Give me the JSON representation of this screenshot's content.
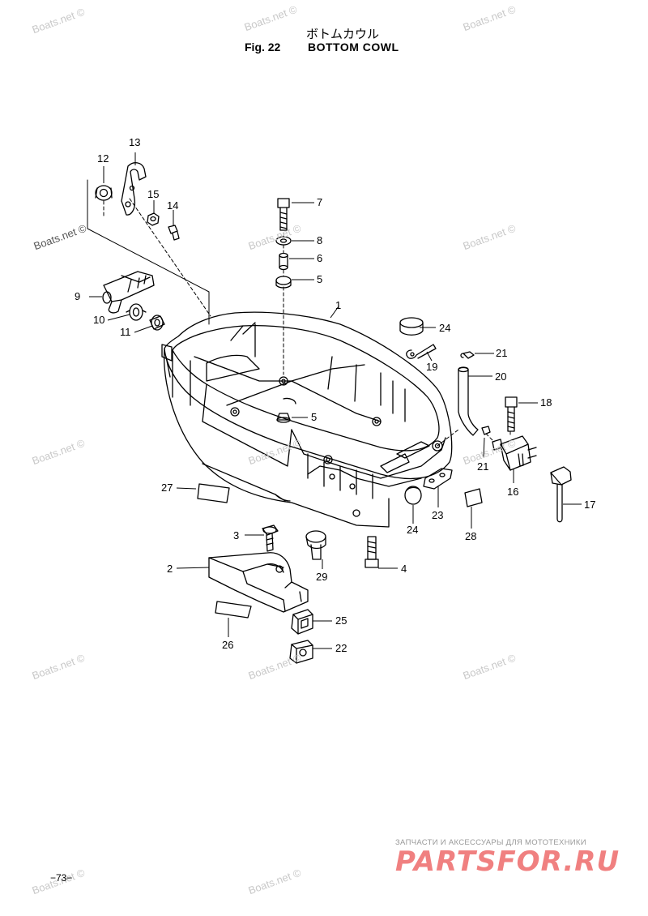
{
  "header": {
    "title_jp": "ボトムカウル",
    "fig_label": "Fig. 22",
    "title_en": "BOTTOM COWL"
  },
  "footer": {
    "page_number": "−73−"
  },
  "watermarks": {
    "text": "Boats.net ©"
  },
  "brand": {
    "tagline": "ЗАПЧАСТИ И АКСЕССУАРЫ ДЛЯ МОТОТЕХНИКИ",
    "logo": "PARTSFOR.RU",
    "color": "#f08080"
  },
  "callouts": [
    "1",
    "2",
    "3",
    "4",
    "5",
    "5",
    "6",
    "7",
    "8",
    "9",
    "10",
    "11",
    "12",
    "13",
    "14",
    "15",
    "16",
    "17",
    "18",
    "19",
    "20",
    "21",
    "21",
    "22",
    "23",
    "24",
    "24",
    "25",
    "26",
    "27",
    "28",
    "29"
  ]
}
